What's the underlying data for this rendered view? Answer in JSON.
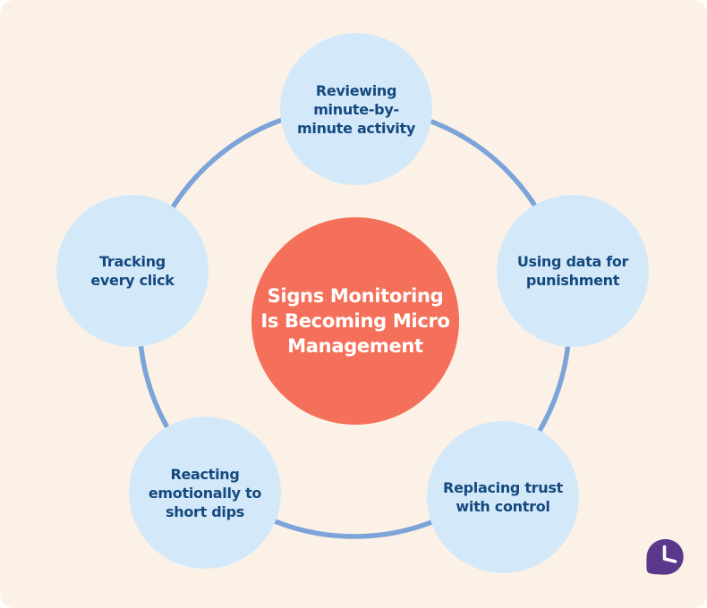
{
  "canvas": {
    "page_bg": "#FFFFFF",
    "card_bg": "#FCF1E6"
  },
  "center": {
    "title_lines": [
      "Signs Monitoring",
      "Is Becoming Micro",
      "Management"
    ],
    "fill": "#F4705A",
    "text_color": "#FFFFFF"
  },
  "nodes": [
    {
      "id": "reviewing-activity",
      "lines": [
        "Reviewing",
        "minute-by-",
        "minute activity"
      ]
    },
    {
      "id": "using-data",
      "lines": [
        "Using data for",
        "punishment"
      ]
    },
    {
      "id": "replacing-trust",
      "lines": [
        "Replacing trust",
        "with control"
      ]
    },
    {
      "id": "reacting-emotionally",
      "lines": [
        "Reacting",
        "emotionally to",
        "short dips"
      ]
    },
    {
      "id": "tracking-clicks",
      "lines": [
        "Tracking",
        "every click"
      ]
    }
  ],
  "node_style": {
    "fill": "#D3E9FA",
    "text_color": "#15497E"
  },
  "ring": {
    "stroke": "#7CA4D9"
  },
  "logo": {
    "name": "toggl-clock-logo",
    "color": "#5A398C",
    "hands_color": "#FFFFFF"
  }
}
